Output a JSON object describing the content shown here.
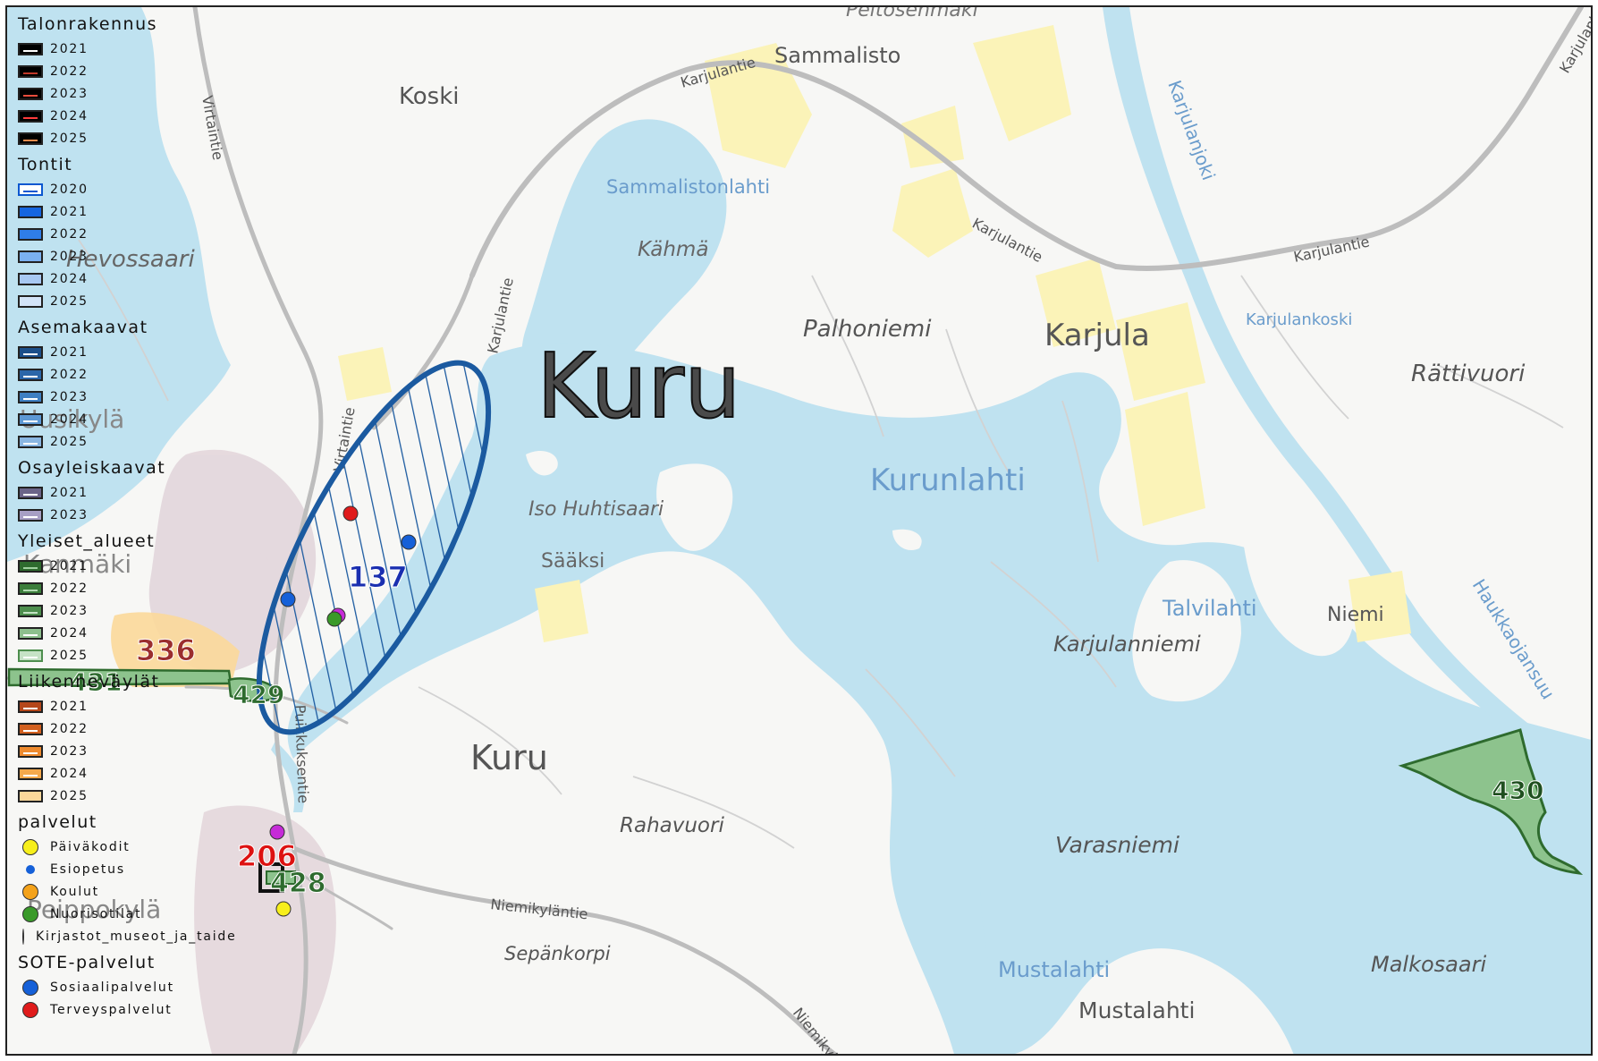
{
  "place_labels": {
    "kuru_big": "Kuru",
    "kuru_small": "Kuru",
    "koski": "Koski",
    "sammalisto": "Sammalisto",
    "peltosenmaki": "Peltosenmäki",
    "kahma": "Kähmä",
    "palhoniemi": "Palhoniemi",
    "karjula": "Karjula",
    "rattivuori": "Rättivuori",
    "kurunlahti": "Kurunlahti",
    "iso_huhtisaari": "Iso Huhtisaari",
    "saaksi": "Sääksi",
    "talvilahti": "Talvilahti",
    "niemi": "Niemi",
    "karjulanniemi": "Karjulanniemi",
    "rahavuori": "Rahavuori",
    "varasniemi": "Varasniemi",
    "mustalahti_water": "Mustalahti",
    "mustalahti": "Mustalahti",
    "malkosaari": "Malkosaari",
    "sepankorpi": "Sepänkorpi",
    "hevossaari": "Hevossaari",
    "uusikyla": "Uusikylä",
    "kanmaki": "Kanmäki",
    "peippokyla": "Peippokylä",
    "sammalistonlahti": "Sammalistonlahti",
    "karjulanjoki": "Karjulanjoki",
    "karjulankoski": "Karjulankoski",
    "haukkajansuu": "Haukkaojansuu"
  },
  "road_labels": {
    "karjulantie_1": "Karjulantie",
    "karjulantie_2": "Karjulantie",
    "karjulantie_3": "Karjulantie",
    "karjulantie_4": "Karjulantie",
    "karjulantie_5": "Karjulant",
    "virtaintie_1": "Virtaintie",
    "virtaintie_2": "Virtaintie",
    "puistokatu": "Puikkuksentie",
    "niemikylantie_1": "Niemikyläntie",
    "niemikylantie_2": "Niemikyläntie"
  },
  "area_numbers": {
    "a137": "137",
    "a336": "336",
    "a431": "431",
    "a429": "429",
    "a206": "206",
    "a428": "428",
    "a430": "430"
  },
  "legend": {
    "groups": [
      {
        "title": "Talonrakennus",
        "items": [
          {
            "label": "2021",
            "fill": "#000000",
            "line": "#ffffff"
          },
          {
            "label": "2022",
            "fill": "#000000",
            "line": "#c0392b"
          },
          {
            "label": "2023",
            "fill": "#000000",
            "line": "#e74c3c"
          },
          {
            "label": "2024",
            "fill": "#000000",
            "line": "#ff3b3b"
          },
          {
            "label": "2025",
            "fill": "#000000",
            "line": "#f08a4b"
          }
        ]
      },
      {
        "title": "Tontit",
        "items": [
          {
            "label": "2020",
            "fill": "#ffffff",
            "line": "#0b57d0",
            "border": "#0b57d0"
          },
          {
            "label": "2021",
            "fill": "#1565e0",
            "line": "#1565e0"
          },
          {
            "label": "2022",
            "fill": "#2f7de8",
            "line": "#2f7de8"
          },
          {
            "label": "2023",
            "fill": "#7ab0f0",
            "line": "#7ab0f0"
          },
          {
            "label": "2024",
            "fill": "#a8c8f2",
            "line": "#a8c8f2"
          },
          {
            "label": "2025",
            "fill": "#d3e4f8",
            "line": "#d3e4f8"
          }
        ]
      },
      {
        "title": "Asemakaavat",
        "items": [
          {
            "label": "2021",
            "fill": "#1b4f8a",
            "line": "#ffffff"
          },
          {
            "label": "2022",
            "fill": "#2b66a8",
            "line": "#ffffff"
          },
          {
            "label": "2023",
            "fill": "#3f7fc2",
            "line": "#ffffff"
          },
          {
            "label": "2024",
            "fill": "#5d98d4",
            "line": "#ffffff"
          },
          {
            "label": "2025",
            "fill": "#8ab6e2",
            "line": "#ffffff"
          }
        ]
      },
      {
        "title": "Osayleiskaavat",
        "items": [
          {
            "label": "2021",
            "fill": "#6b6488",
            "line": "#ffffff"
          },
          {
            "label": "2023",
            "fill": "#a79fc4",
            "line": "#ffffff"
          }
        ]
      },
      {
        "title": "Yleiset_alueet",
        "items": [
          {
            "label": "2021",
            "fill": "#2e6b2e",
            "line": "#9fd09f"
          },
          {
            "label": "2022",
            "fill": "#3b7d3b",
            "line": "#b0d8b0"
          },
          {
            "label": "2023",
            "fill": "#4d8e4d",
            "line": "#c3e2c3"
          },
          {
            "label": "2024",
            "fill": "#8dbf8d",
            "line": "#ffffff"
          },
          {
            "label": "2025",
            "fill": "#c5e2c5",
            "line": "#ffffff",
            "border": "#4d8e4d"
          }
        ]
      },
      {
        "title": "Liikenneväylät",
        "items": [
          {
            "label": "2021",
            "fill": "#b5471a",
            "line": "#ffffff"
          },
          {
            "label": "2022",
            "fill": "#d2601f",
            "line": "#ffffff"
          },
          {
            "label": "2023",
            "fill": "#ee8a2e",
            "line": "#ffffff"
          },
          {
            "label": "2024",
            "fill": "#f5a94b",
            "line": "#ffffff"
          },
          {
            "label": "2025",
            "fill": "#fbd89a",
            "line": "#fbd89a"
          }
        ]
      }
    ],
    "palvelut_title": "palvelut",
    "palvelut": [
      {
        "label": "Päiväkodit",
        "color": "#f7ef1b",
        "size": "large"
      },
      {
        "label": "Esiopetus",
        "color": "#1560d8",
        "size": "small"
      },
      {
        "label": "Koulut",
        "color": "#f4a21a",
        "size": "large"
      },
      {
        "label": "Nuorisotilat",
        "color": "#3a9a2a",
        "size": "large"
      },
      {
        "label": "Kirjastot_museot_ja_taide",
        "color": "#c62ad8",
        "size": "large"
      }
    ],
    "sote_title": "SOTE-palvelut",
    "sote": [
      {
        "label": "Sosiaalipalvelut",
        "color": "#1560d8",
        "size": "large"
      },
      {
        "label": "Terveyspalvelut",
        "color": "#e01b1b",
        "size": "large"
      }
    ]
  },
  "colors": {
    "water": "#bfe2f0",
    "land": "#f7f7f5",
    "field": "#fbf3b8",
    "urban": "#e3d6dc",
    "road": "#b9b9b9",
    "plan_blue": "#1b5aa0",
    "green_area": "#2e6b2e",
    "green_fill": "#8dc38d"
  }
}
